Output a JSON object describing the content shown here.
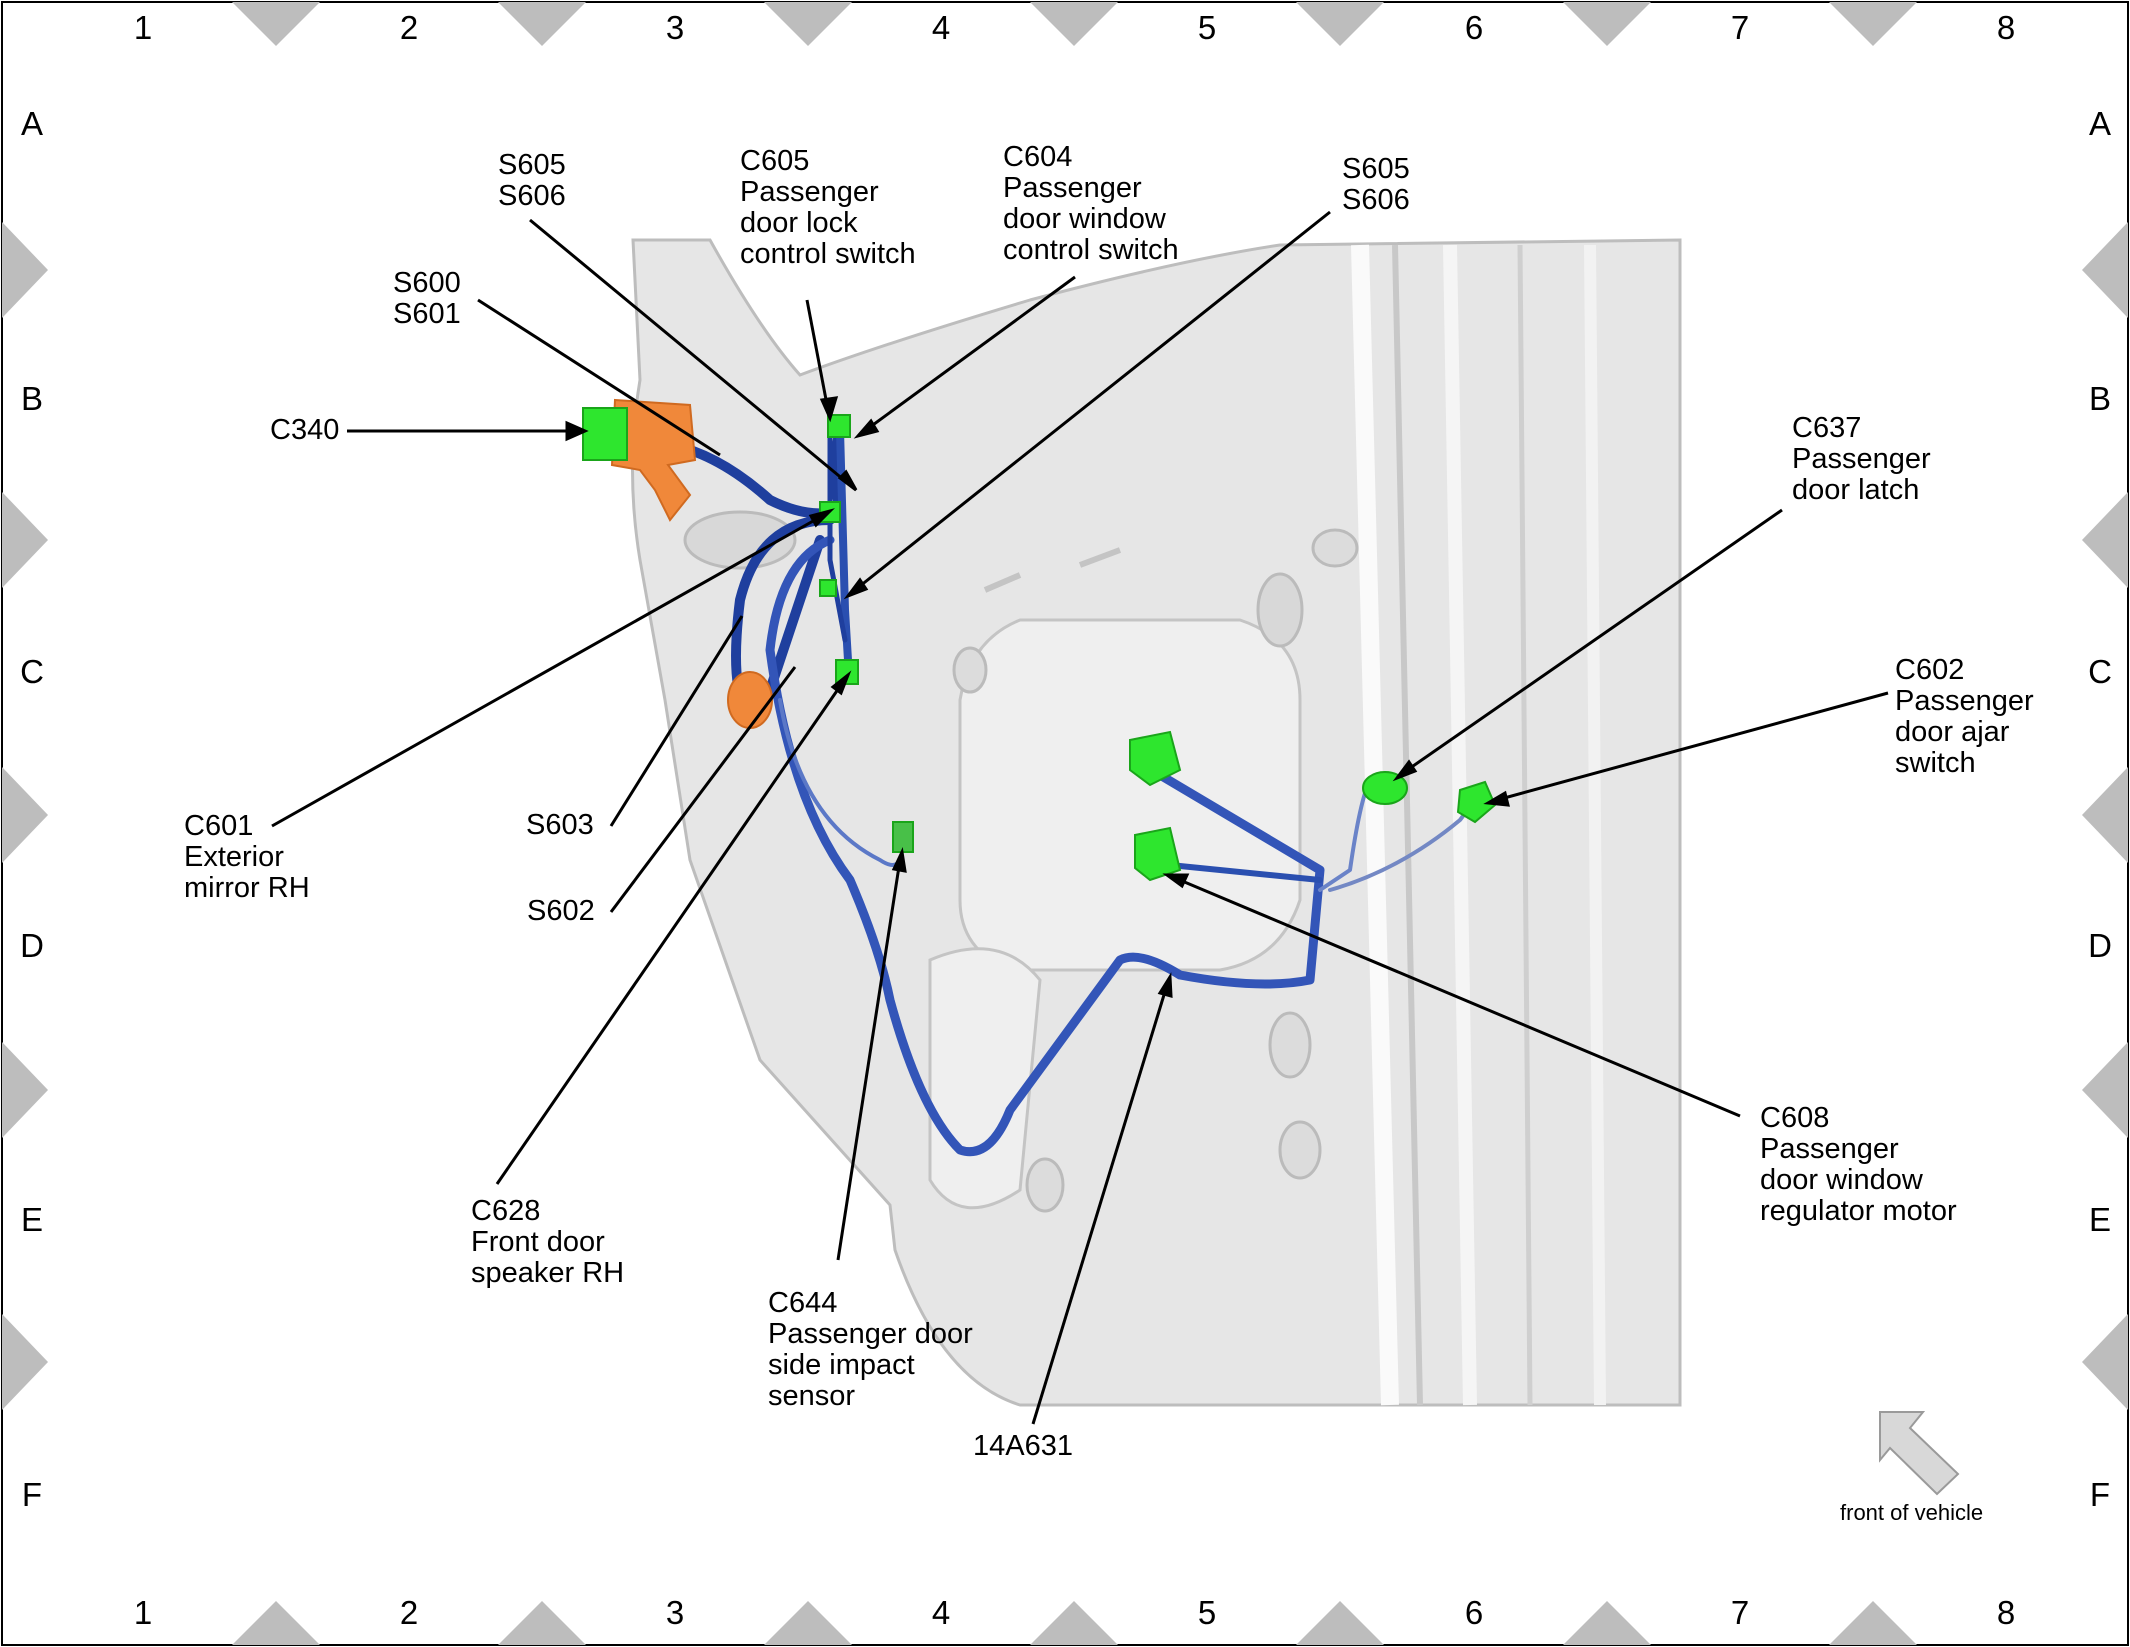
{
  "grid": {
    "columns": [
      "1",
      "2",
      "3",
      "4",
      "5",
      "6",
      "7",
      "8"
    ],
    "rows": [
      "A",
      "B",
      "C",
      "D",
      "E",
      "F"
    ]
  },
  "callouts": {
    "c340": [
      "C340"
    ],
    "s600": [
      "S600",
      "S601"
    ],
    "s605_left": [
      "S605",
      "S606"
    ],
    "c605": [
      "C605",
      "Passenger",
      "door lock",
      "control switch"
    ],
    "c604": [
      "C604",
      "Passenger",
      "door window",
      "control switch"
    ],
    "s605_right": [
      "S605",
      "S606"
    ],
    "c637": [
      "C637",
      "Passenger",
      "door latch"
    ],
    "c602": [
      "C602",
      "Passenger",
      "door ajar",
      "switch"
    ],
    "c601": [
      "C601",
      "Exterior",
      "mirror RH"
    ],
    "s603": [
      "S603"
    ],
    "s602": [
      "S602"
    ],
    "c628": [
      "C628",
      "Front door",
      "speaker RH"
    ],
    "c644": [
      "C644",
      "Passenger door",
      "side impact",
      "sensor"
    ],
    "h14a631": [
      "14A631"
    ],
    "c608": [
      "C608",
      "Passenger",
      "door window",
      "regulator motor"
    ]
  },
  "orientation": {
    "label": "front of vehicle",
    "icon": "arrow-icon"
  },
  "colors": {
    "connector": "#2ee62e",
    "harness": "#2a4fb0",
    "bracket": "#f0883a",
    "door_panel": "#e4e4e4"
  }
}
